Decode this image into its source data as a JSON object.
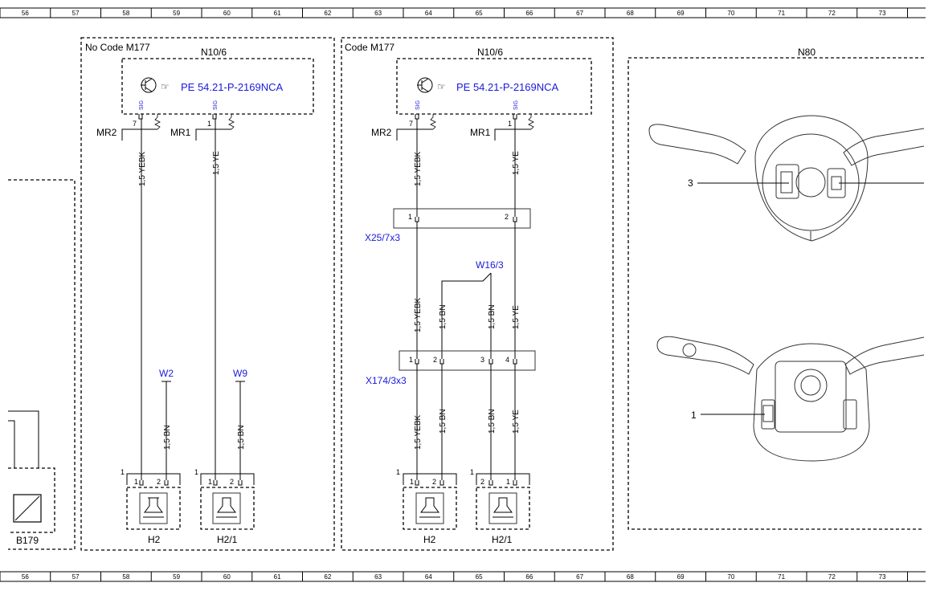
{
  "ruler": [
    "56",
    "57",
    "58",
    "59",
    "60",
    "61",
    "62",
    "63",
    "64",
    "65",
    "66",
    "67",
    "68",
    "69",
    "70",
    "71",
    "72",
    "73"
  ],
  "panels": {
    "no_code": {
      "title": "No Code M177",
      "module": "N10/6",
      "ref": "PE 54.21-P-2169NCA",
      "mr2": "MR2",
      "mr1": "MR1",
      "pin7": "7",
      "pin1": "1",
      "sig": "SIG",
      "wire_a": "1,5 YEBK",
      "wire_b": "1,5 YE",
      "ground_left": "W2",
      "ground_right": "W9",
      "bn_left": "1,5 BN",
      "bn_right": "1,5 BN",
      "horn_left": "H2",
      "horn_right": "H2/1",
      "one": "1",
      "two": "2"
    },
    "code": {
      "title": "Code M177",
      "module": "N10/6",
      "ref": "PE 54.21-P-2169NCA",
      "mr2": "MR2",
      "mr1": "MR1",
      "pin7": "7",
      "pin1": "1",
      "sig": "SIG",
      "conn1": "X25/7x3",
      "conn2": "X174/3x3",
      "splice": "W16/3",
      "w_yebk": "1,5 YEBK",
      "w_ye": "1,5 YE",
      "w_bn": "1,5 BN",
      "horn_left": "H2",
      "horn_right": "H2/1",
      "p1": "1",
      "p2": "2",
      "p3": "3",
      "p4": "4"
    },
    "n80": {
      "title": "N80",
      "callout_3": "3",
      "callout_1": "1"
    },
    "b179": "B179"
  }
}
